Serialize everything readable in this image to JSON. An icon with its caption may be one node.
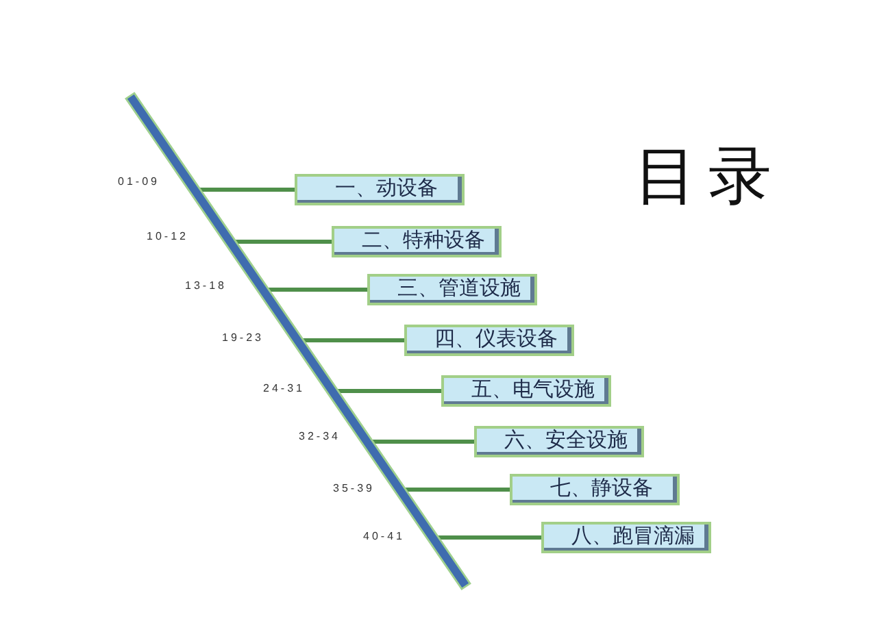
{
  "diagram": {
    "title": "目录",
    "nodes": [
      {
        "text": [],
        "shape": "bar"
      },
      {
        "text": [
          "一、动设备"
        ]
      },
      {
        "text": [
          "二、特种设备"
        ]
      },
      {
        "text": [
          "三、管道设施"
        ]
      },
      {
        "text": [
          "四、仪表设备"
        ]
      },
      {
        "text": [
          "五、电气设施"
        ]
      },
      {
        "text": [
          "六、安全设施"
        ]
      },
      {
        "text": [
          "七、静设备"
        ]
      },
      {
        "text": [
          "八、跑冒滴漏"
        ]
      }
    ],
    "edges": [
      {
        "from": 0,
        "to": 1,
        "arrow": "none"
      },
      {
        "from": 0,
        "to": 2,
        "arrow": "none"
      },
      {
        "from": 0,
        "to": 3,
        "arrow": "none"
      },
      {
        "from": 0,
        "to": 4,
        "arrow": "none"
      },
      {
        "from": 0,
        "to": 5,
        "arrow": "none"
      },
      {
        "from": 0,
        "to": 6,
        "arrow": "none"
      },
      {
        "from": 0,
        "to": 7,
        "arrow": "none"
      },
      {
        "from": 0,
        "to": 8,
        "arrow": "none"
      }
    ],
    "labels": [
      "01-09",
      "10-12",
      "13-18",
      "19-23",
      "24-31",
      "32-34",
      "35-39",
      "40-41"
    ]
  }
}
